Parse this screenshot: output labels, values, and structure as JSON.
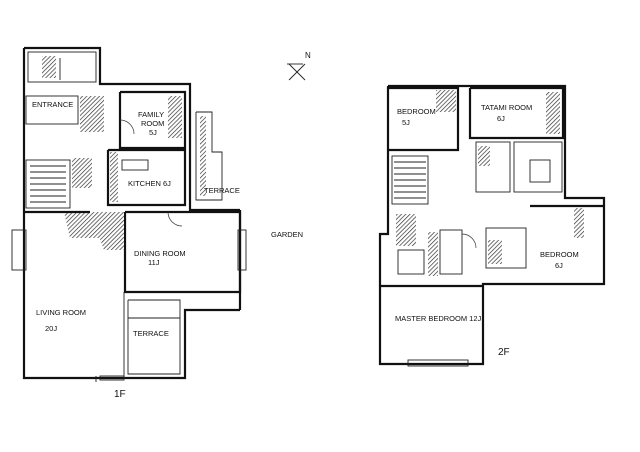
{
  "compass": {
    "letter": "N"
  },
  "floor1": {
    "label": "1F",
    "rooms": {
      "entrance": "ENTRANCE",
      "family_room_line1": "FAMILY",
      "family_room_line2": "ROOM",
      "family_room_size": "5J",
      "kitchen": "KITCHEN 6J",
      "terrace_upper": "TERRACE",
      "dining_room": "DINING ROOM",
      "dining_size": "11J",
      "living_room": "LIVING ROOM",
      "living_size": "20J",
      "terrace_lower": "TERRACE"
    },
    "garden": "GARDEN"
  },
  "floor2": {
    "label": "2F",
    "rooms": {
      "bedroom_left": "BEDROOM",
      "bedroom_left_size": "5J",
      "tatami_room": "TATAMI ROOM",
      "tatami_size": "6J",
      "bedroom_right": "BEDROOM",
      "bedroom_right_size": "6J",
      "master_bedroom": "MASTER BEDROOM 12J"
    }
  }
}
